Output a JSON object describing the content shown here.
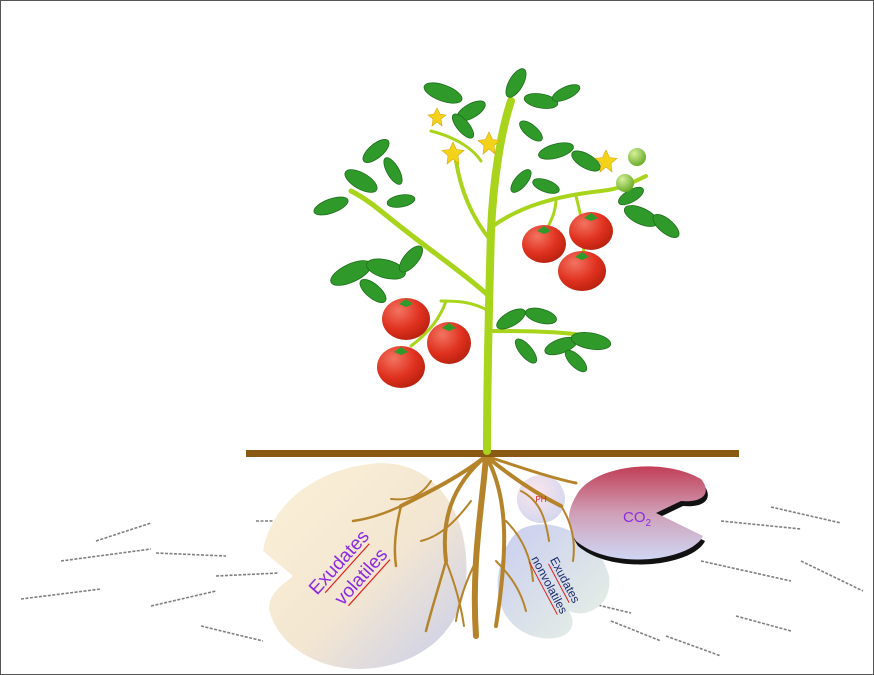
{
  "labels": {
    "exudates_volatiles_line1": "Exudates",
    "exudates_volatiles_line2": "volatiles",
    "exudates_nonvolatiles_line1": "Exudates",
    "exudates_nonvolatiles_line2": "nonvolatiles",
    "ph": "PH",
    "co2_main": "CO",
    "co2_sub": "2"
  },
  "colors": {
    "soil_line": "#8a5a12",
    "stem": "#a8d41c",
    "leaf": "#2f9a2a",
    "tomato": "#e0311f",
    "flower": "#f5d21a",
    "root": "#b5842a",
    "volatiles_label": "#8a2be2",
    "nonvolatiles_label": "#1d2b6b",
    "underline": "#e02020",
    "co2_label": "#8a2be2",
    "ph_label": "#e02020"
  }
}
